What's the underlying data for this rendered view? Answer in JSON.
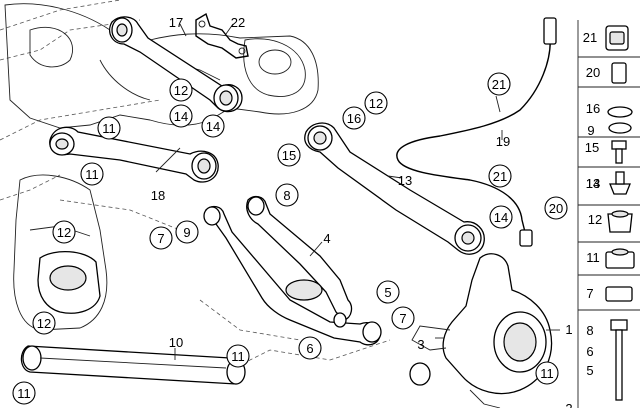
{
  "callouts": [
    {
      "id": "c1",
      "text": "17",
      "circled": false
    },
    {
      "id": "c2",
      "text": "22",
      "circled": false
    },
    {
      "id": "c3",
      "text": "12",
      "circled": true
    },
    {
      "id": "c4",
      "text": "14",
      "circled": true
    },
    {
      "id": "c5",
      "text": "14",
      "circled": true
    },
    {
      "id": "c6",
      "text": "11",
      "circled": true
    },
    {
      "id": "c7",
      "text": "11",
      "circled": true
    },
    {
      "id": "c8",
      "text": "18",
      "circled": false
    },
    {
      "id": "c9",
      "text": "12",
      "circled": true
    },
    {
      "id": "c10",
      "text": "12",
      "circled": true
    },
    {
      "id": "c11",
      "text": "10",
      "circled": false
    },
    {
      "id": "c12",
      "text": "11",
      "circled": true
    },
    {
      "id": "c13",
      "text": "11",
      "circled": true
    },
    {
      "id": "c14",
      "text": "7",
      "circled": true
    },
    {
      "id": "c15",
      "text": "9",
      "circled": true
    },
    {
      "id": "c16",
      "text": "8",
      "circled": true
    },
    {
      "id": "c17",
      "text": "4",
      "circled": false
    },
    {
      "id": "c18",
      "text": "5",
      "circled": true
    },
    {
      "id": "c19",
      "text": "7",
      "circled": true
    },
    {
      "id": "c20",
      "text": "6",
      "circled": true
    },
    {
      "id": "c21",
      "text": "3",
      "circled": false
    },
    {
      "id": "c22",
      "text": "1",
      "circled": false
    },
    {
      "id": "c23",
      "text": "11",
      "circled": true
    },
    {
      "id": "c24",
      "text": "15",
      "circled": true
    },
    {
      "id": "c25",
      "text": "16",
      "circled": true
    },
    {
      "id": "c26",
      "text": "12",
      "circled": true
    },
    {
      "id": "c27",
      "text": "13",
      "circled": false
    },
    {
      "id": "c28",
      "text": "21",
      "circled": true
    },
    {
      "id": "c29",
      "text": "19",
      "circled": false
    },
    {
      "id": "c30",
      "text": "21",
      "circled": true
    },
    {
      "id": "c31",
      "text": "14",
      "circled": true
    },
    {
      "id": "c32",
      "text": "20",
      "circled": true
    },
    {
      "id": "c33",
      "text": "2",
      "circled": false
    }
  ],
  "sidebar": [
    {
      "id": "s1",
      "text": "21"
    },
    {
      "id": "s2",
      "text": "20"
    },
    {
      "id": "s3",
      "text": "16"
    },
    {
      "id": "s4",
      "text": "9"
    },
    {
      "id": "s5",
      "text": "15"
    },
    {
      "id": "s6",
      "text": "13"
    },
    {
      "id": "s7",
      "text": "14"
    },
    {
      "id": "s8",
      "text": "12"
    },
    {
      "id": "s9",
      "text": "11"
    },
    {
      "id": "s10",
      "text": "7"
    },
    {
      "id": "s11",
      "text": "8"
    },
    {
      "id": "s12",
      "text": "6"
    },
    {
      "id": "s13",
      "text": "5"
    }
  ]
}
